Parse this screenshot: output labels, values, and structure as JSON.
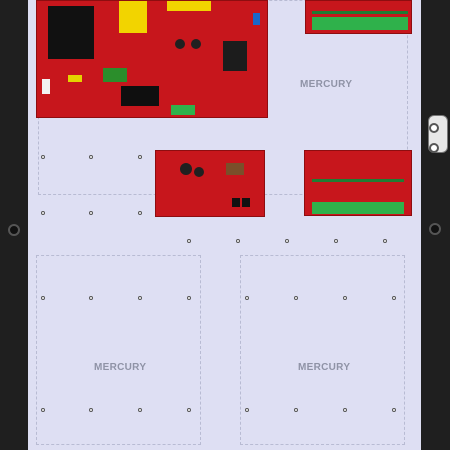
{
  "labels": {
    "mercury_top": "MERCURY",
    "mercury_left": "MERCURY",
    "mercury_right": "MERCURY"
  },
  "colors": {
    "board_red": "#c7161c",
    "terminal_green": "#2fb14b",
    "plate_lavender": "#dedff3",
    "enclosure_dark": "#2f2f2f"
  },
  "icons": {
    "bolt": "bolt-icon",
    "mount_hole": "mount-hole-icon",
    "lock": "lock-icon"
  }
}
